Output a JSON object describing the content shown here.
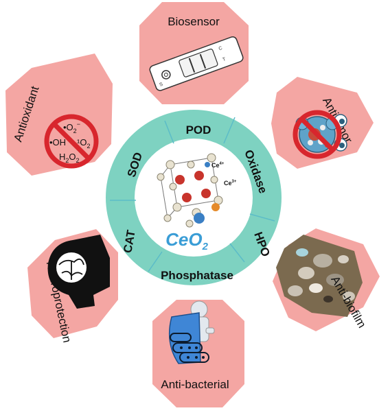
{
  "center": {
    "formula_main": "CeO",
    "formula_sub": "2",
    "ion_label_a": "Ce",
    "ion_label_a_sup": "4+",
    "ion_label_b": "Ce",
    "ion_label_b_sup": "3+"
  },
  "ring": {
    "pod": "POD",
    "oxidase": "Oxidase",
    "hpo": "HPO",
    "phosphatase": "Phosphatase",
    "cat": "CAT",
    "sod": "SOD"
  },
  "applications": {
    "biosensor": "Biosensor",
    "antitumor": "Antitumor",
    "antibiofilm": "Anti-biofilm",
    "antibacterial": "Anti-bacterial",
    "neuroprotection": "Neuroprotection",
    "antioxidant": "Antioxidant"
  },
  "test_strip": {
    "mark_c": "C",
    "mark_t": "T",
    "mark_s": "S"
  },
  "ros": {
    "o2_superoxide": "•O",
    "o2_sub": "2",
    "o2_sup": "−",
    "hydroxyl": "•OH",
    "singlet": "¹O",
    "singlet_sub": "2",
    "peroxide_h": "H",
    "peroxide_h_sub": "2",
    "peroxide_o": "O",
    "peroxide_o_sub": "2"
  },
  "colors": {
    "octagon_fill": "#f4a6a3",
    "ring_teal": "#7ed2c1",
    "ring_divider": "#5bbcc8",
    "formula_blue": "#3a9dd6",
    "ban_red": "#d8262d"
  }
}
